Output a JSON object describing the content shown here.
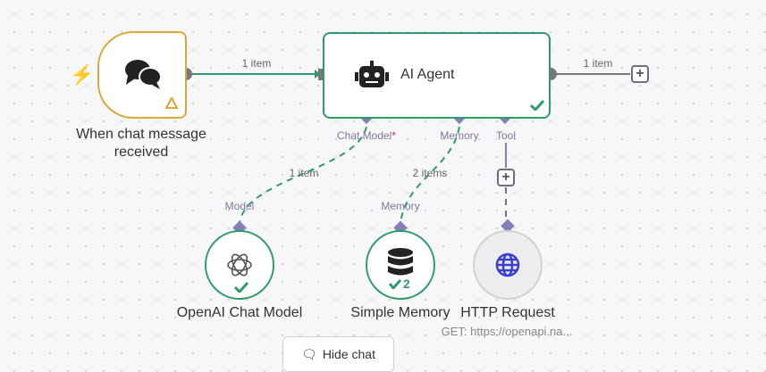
{
  "nodes": {
    "trigger": {
      "name_line1": "When chat message",
      "name_line2": "received"
    },
    "agent": {
      "name": "AI Agent",
      "ports": {
        "chat_model": "Chat Model",
        "required_mark": "*",
        "memory": "Memory",
        "tool": "Tool"
      }
    },
    "openai": {
      "name": "OpenAI Chat Model",
      "port": "Model"
    },
    "memory": {
      "name": "Simple Memory",
      "port": "Memory",
      "run_count": "2"
    },
    "http": {
      "name": "HTTP Request",
      "subtitle": "GET: https://openapi.na..."
    }
  },
  "edges": {
    "trigger_to_agent": "1 item",
    "agent_out": "1 item",
    "model": "1 item",
    "memory": "2 items"
  },
  "buttons": {
    "add": "+",
    "hide_chat": "Hide chat"
  },
  "colors": {
    "success": "#2e9c67",
    "trigger": "#dba73a",
    "port": "#8181b8"
  }
}
